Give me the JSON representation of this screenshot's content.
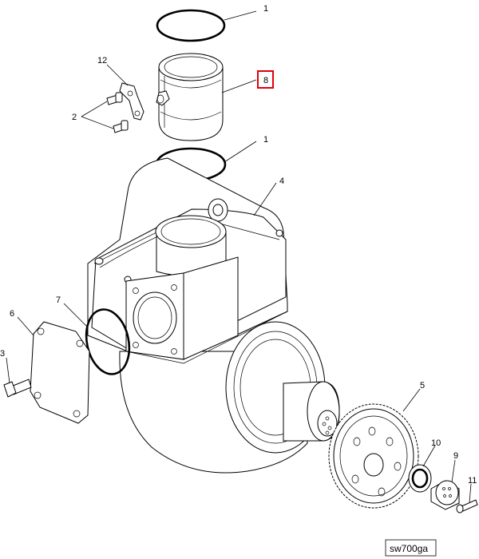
{
  "callouts": {
    "c1_top": "1",
    "c1_mid": "1",
    "c2": "2",
    "c3": "3",
    "c4": "4",
    "c5": "5",
    "c6": "6",
    "c7": "7",
    "c8": "8",
    "c9": "9",
    "c10": "10",
    "c11": "11",
    "c12": "12"
  },
  "caption": "sw700ga",
  "highlight_color": "#e0000a"
}
